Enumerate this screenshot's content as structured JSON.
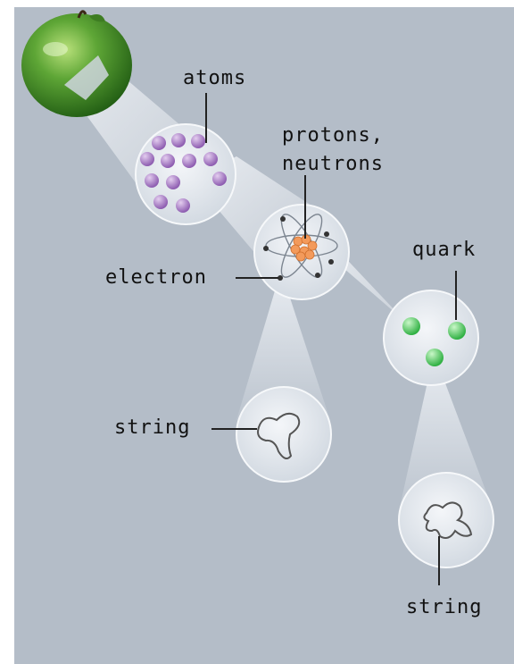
{
  "labels": {
    "atoms": "atoms",
    "protons_line1": "protons,",
    "protons_line2": "neutrons",
    "electron": "electron",
    "quark": "quark",
    "string_left": "string",
    "string_bottom": "string"
  },
  "colors": {
    "background": "#b3bcc7",
    "apple": "#4d9a2a",
    "atom": "#a77cc4",
    "nucleus": "#f09a5a",
    "quark": "#5fd36a",
    "bubble": "#dfe5ec",
    "string": "#555555"
  },
  "icons": {
    "apple": "apple-icon"
  }
}
